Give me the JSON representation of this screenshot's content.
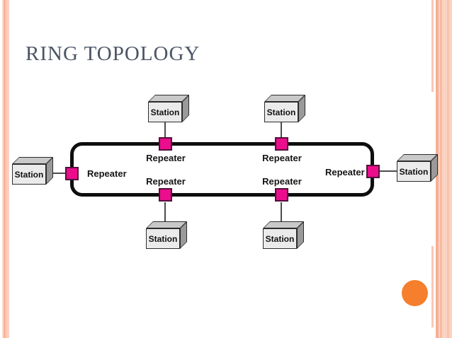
{
  "slide": {
    "title": "RING TOPOLOGY"
  },
  "colors": {
    "title-color": "#4b5566",
    "repeater-fill": "#eb0d8c",
    "repeater-border": "#530f3b",
    "ring-stroke": "#0e0e0e",
    "station-front": "#ebebeb",
    "station-top": "#c9c9c9",
    "station-side": "#9a9a9a",
    "station-outline": "#2d2d2d",
    "connector": "#4c4c4c",
    "label-color": "#141414",
    "stripe-light": "#fbd3c2",
    "stripe-medium": "#f6b094",
    "accent-circle": "#f57f2d"
  },
  "diagram": {
    "stations": [
      {
        "position": "left",
        "label": "Station"
      },
      {
        "position": "top-left",
        "label": "Station"
      },
      {
        "position": "top-right",
        "label": "Station"
      },
      {
        "position": "bottom-left",
        "label": "Station"
      },
      {
        "position": "bottom-right",
        "label": "Station"
      },
      {
        "position": "right",
        "label": "Station"
      }
    ],
    "repeaters": [
      {
        "position": "left",
        "label": "Repeater"
      },
      {
        "position": "top-left",
        "label": "Repeater"
      },
      {
        "position": "top-right",
        "label": "Repeater"
      },
      {
        "position": "bottom-left",
        "label": "Repeater"
      },
      {
        "position": "bottom-right",
        "label": "Repeater"
      },
      {
        "position": "right",
        "label": "Repeater"
      }
    ]
  }
}
